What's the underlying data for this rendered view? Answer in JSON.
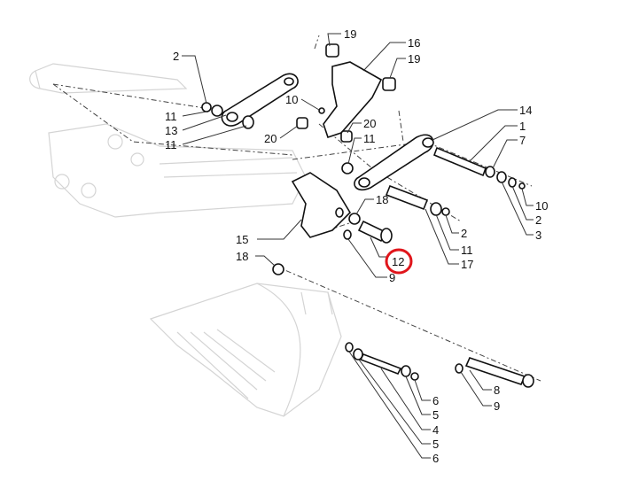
{
  "diagram": {
    "type": "exploded-parts-diagram",
    "highlight_color": "#e0151b",
    "callouts": [
      "19",
      "2",
      "16",
      "19",
      "11",
      "13",
      "11",
      "10",
      "20",
      "20",
      "11",
      "14",
      "1",
      "7",
      "18",
      "15",
      "10",
      "2",
      "3",
      "2",
      "11",
      "17",
      "12",
      "9",
      "18",
      "8",
      "9",
      "6",
      "5",
      "4",
      "5",
      "6"
    ],
    "highlighted_callout": "12"
  }
}
